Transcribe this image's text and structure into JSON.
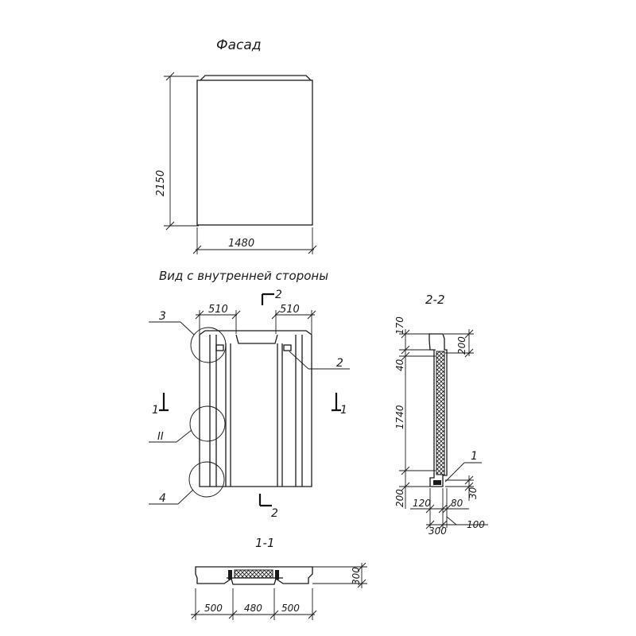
{
  "facade": {
    "title": "Фасад",
    "height_dim": "2150",
    "width_dim": "1480"
  },
  "inner_view": {
    "title": "Вид с внутренней стороны",
    "dim_left": "510",
    "dim_right": "510",
    "section_mark_top": "2",
    "section_mark_bottom": "2",
    "section_mark_left": "1",
    "section_mark_right": "1",
    "callout_3": "3",
    "callout_2": "2",
    "callout_II": "II",
    "callout_4": "4"
  },
  "section_2_2": {
    "title": "2-2",
    "dim_170": "170",
    "dim_200_top": "200",
    "dim_40": "40",
    "dim_1740": "1740",
    "callout_1": "1",
    "dim_200_bottom": "200",
    "dim_30": "30",
    "dim_120": "120",
    "dim_80": "80",
    "dim_300": "300",
    "dim_100": "100"
  },
  "section_1_1": {
    "title": "1-1",
    "dim_300": "300",
    "dim_500_left": "500",
    "dim_480": "480",
    "dim_500_right": "500"
  }
}
